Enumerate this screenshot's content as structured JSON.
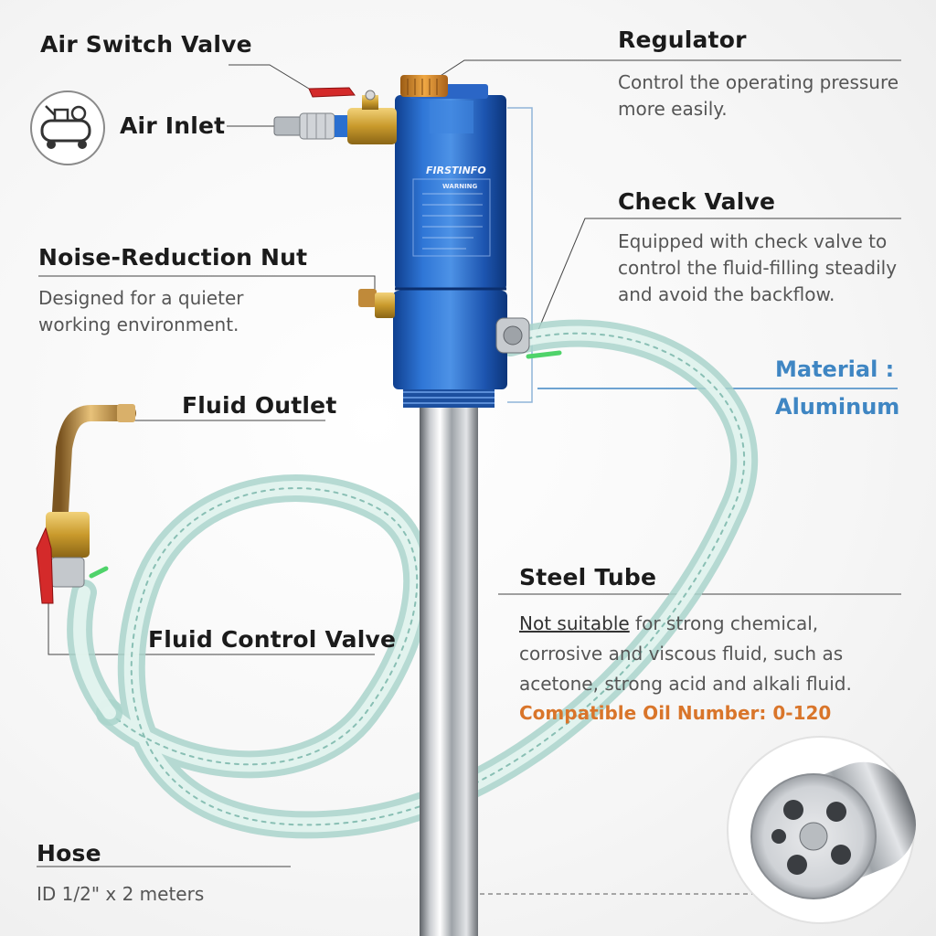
{
  "labels": {
    "air_switch_valve": "Air Switch Valve",
    "air_inlet": "Air Inlet",
    "regulator": {
      "title": "Regulator",
      "desc_1": "Control the operating pressure",
      "desc_2": "more easily."
    },
    "check_valve": {
      "title": "Check Valve",
      "desc_1": "Equipped with check valve to",
      "desc_2": "control the fluid-filling steadily",
      "desc_3": "and avoid the backflow."
    },
    "noise_nut": {
      "title": "Noise-Reduction Nut",
      "desc_1": "Designed for a quieter",
      "desc_2": "working environment."
    },
    "material": {
      "line_1": "Material :",
      "line_2": "Aluminum"
    },
    "fluid_outlet": "Fluid Outlet",
    "steel_tube": {
      "title": "Steel Tube",
      "not_suitable": "Not suitable",
      "desc_1_rest": " for strong chemical,",
      "desc_2": "corrosive and viscous fluid, such as",
      "desc_3": "acetone, strong acid and alkali fluid."
    },
    "compatible_oil": "Compatible Oil Number: 0-120",
    "fluid_control_valve": "Fluid Control Valve",
    "hose": {
      "title": "Hose",
      "desc": "ID 1/2\" x 2 meters"
    }
  },
  "pump_body": {
    "brand": "FIRSTINFO",
    "warning_title": "WARNING"
  },
  "colors": {
    "aluminum_blue": "#2a63c4",
    "callout_blue": "#3f86c3",
    "accent_orange": "#d9752a",
    "brass": "#c9a13a",
    "hose_green": "#bfe3dc"
  },
  "icons": [
    "air-compressor-icon"
  ]
}
